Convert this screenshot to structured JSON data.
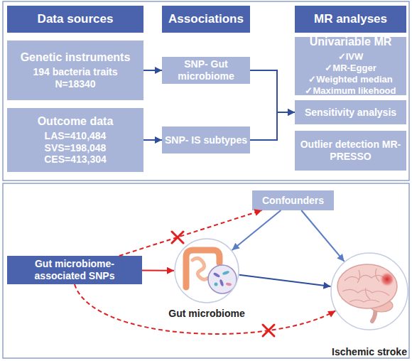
{
  "diagram": {
    "nodes": [
      {
        "text": [
          "Data sources"
        ]
      },
      {
        "text": [
          "Associations"
        ]
      },
      {
        "text": [
          "MR analyses"
        ]
      },
      {
        "text": [
          "Genetic instruments",
          "194 bacteria traits",
          "N=18340"
        ]
      },
      {
        "text": [
          "Outcome data",
          "LAS=410,484",
          "SVS=198,048",
          "CES=413,304"
        ]
      },
      {
        "text": [
          "SNP- Gut microbiome"
        ]
      },
      {
        "text": [
          "SNP- IS subtypes"
        ]
      },
      {
        "text": [
          "Univariable MR",
          "✓IVW",
          "✓MR-Egger",
          "✓Weighted median",
          "✓Maximum likehood"
        ]
      },
      {
        "text": [
          "Sensitivity analysis"
        ]
      },
      {
        "text": [
          "Outlier detection MR-PRESSO"
        ]
      },
      {
        "text": [
          "Confounders"
        ]
      },
      {
        "text": [
          "Gut microbiome-associated SNPs"
        ]
      },
      {
        "text": [
          "Gut microbiome"
        ]
      },
      {
        "text": [
          "Ischemic stroke"
        ]
      }
    ],
    "edges": [
      {
        "from": 3,
        "to": 5,
        "arrow": "to"
      },
      {
        "from": 4,
        "to": 6,
        "arrow": "to"
      },
      {
        "from": 5,
        "to": 8,
        "arrow": "to"
      },
      {
        "from": 6,
        "to": 8,
        "arrow": "to"
      },
      {
        "from": 11,
        "to": 10,
        "arrow": "to"
      },
      {
        "from": 10,
        "to": 12,
        "arrow": "to"
      },
      {
        "from": 10,
        "to": 13,
        "arrow": "to"
      },
      {
        "from": 11,
        "to": 12,
        "arrow": "to"
      },
      {
        "from": 12,
        "to": 13,
        "arrow": "to"
      },
      {
        "from": 11,
        "to": 13,
        "arrow": "to"
      }
    ]
  }
}
